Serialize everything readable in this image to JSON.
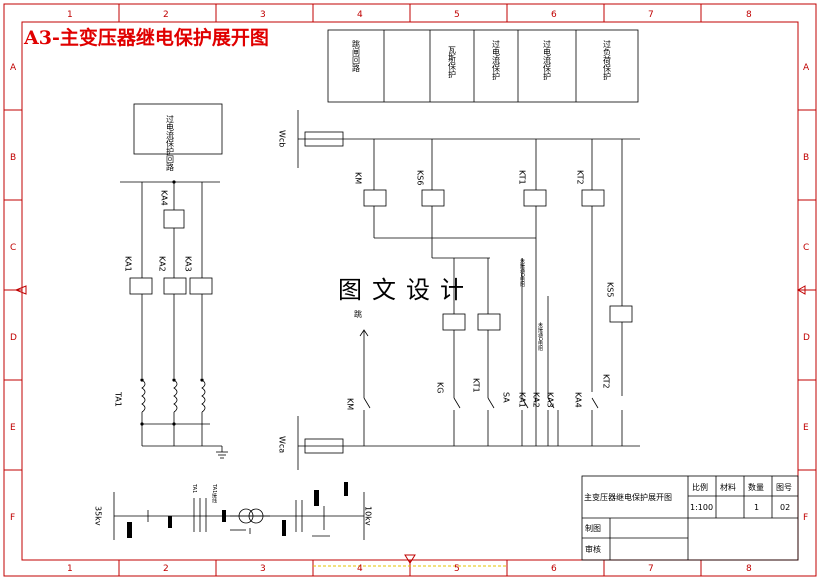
{
  "title": "A3-主变压器继电保护展开图",
  "watermark": "图文设计",
  "zones": {
    "columns": [
      "1",
      "2",
      "3",
      "4",
      "5",
      "6",
      "7",
      "8"
    ],
    "rows": [
      "A",
      "B",
      "C",
      "D",
      "E",
      "F"
    ]
  },
  "header_cells": [
    "跳闸回路",
    "",
    "瓦斯保护",
    "过电流保护",
    "过电流保护",
    "过负荷保护"
  ],
  "left_box": "过电流保护回路",
  "bus": {
    "top": "Wcb",
    "bottom": "Wca"
  },
  "relay_labels": {
    "ka4": "KA4",
    "ka1": "KA1",
    "ka2": "KA2",
    "ka3": "KA3",
    "km": "KM",
    "ks6": "KS6",
    "kt1": "KT1",
    "kt2": "KT2",
    "ks5": "KS5",
    "km_contact": "KM",
    "kg": "KG",
    "kt1_contact": "KT1",
    "sa": "SA",
    "c_ka1": "KA1",
    "c_ka2": "KA2",
    "c_ka3": "KA3",
    "c_ka4": "KA4",
    "c_kt2": "KT2",
    "ta1": "TA1",
    "trip": "跳",
    "annot_top": "未接通Ω电阻",
    "annot_bottom": "未接通Ω电阻"
  },
  "onelines": {
    "hv": "35kv",
    "lv": "10kv",
    "ta": "TA1",
    "note": "TA1接线"
  },
  "title_block": {
    "drawing_name": "主变压器继电保护展开图",
    "headers": [
      "比例",
      "材料",
      "数量",
      "图号"
    ],
    "values": [
      "1:100",
      "",
      "1",
      "02"
    ],
    "drawn_by": "制图",
    "checked_by": "审核"
  }
}
